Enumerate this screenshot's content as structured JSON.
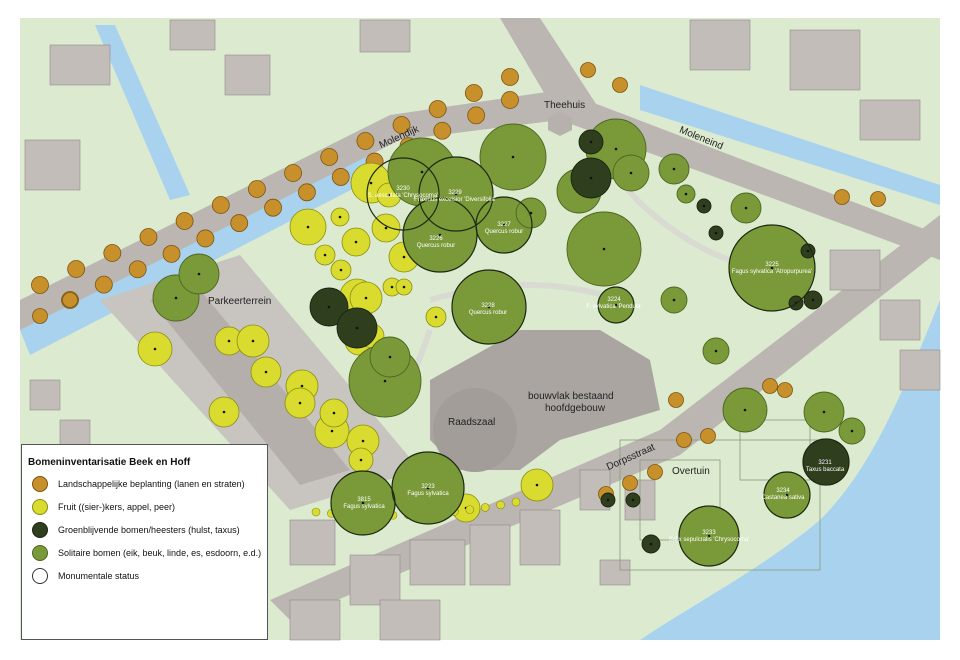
{
  "legend": {
    "title": "Bomeninventarisatie Beek en Hoff",
    "items": [
      {
        "label": "Landschappelijke beplanting (lanen en straten)",
        "color": "#c8902a",
        "border": "#7a5513"
      },
      {
        "label": "Fruit ((sier-)kers, appel, peer)",
        "color": "#d9dc2e",
        "border": "#8a8c10"
      },
      {
        "label": "Groenblijvende bomen/heesters (hulst, taxus)",
        "color": "#2f3f1e",
        "border": "#1a2410"
      },
      {
        "label": "Solitaire bomen (eik, beuk, linde, es, esdoorn, e.d.)",
        "color": "#7a9a3a",
        "border": "#4c6620"
      },
      {
        "label": "Monumentale status",
        "color": "#ffffff",
        "border": "#333333"
      }
    ]
  },
  "places": {
    "molendijk": "Molendijk",
    "theehuis": "Theehuis",
    "moleneind": "Moleneind",
    "parkeerterrein": "Parkeerterrein",
    "raadszaal": "Raadszaal",
    "hoofdgebouw_line1": "bouwvlak bestaand",
    "hoofdgebouw_line2": "hoofdgebouw",
    "dorpsstraat": "Dorpsstraat",
    "overtuin": "Overtuin"
  },
  "trees": [
    {
      "id": "3230",
      "name": "S. aesculata 'Chrysocoma'"
    },
    {
      "id": "3229",
      "name": "Fraxinus excelsior 'Diversifolia'"
    },
    {
      "id": "3226",
      "name": "Quercus robur"
    },
    {
      "id": "3227",
      "name": "Quercus robur"
    },
    {
      "id": "3228",
      "name": "Quercus robur"
    },
    {
      "id": "3224",
      "name": "F. sylvatica 'Pendula'"
    },
    {
      "id": "3225",
      "name": "Fagus sylvatica 'Atropurpurea'"
    },
    {
      "id": "3223",
      "name": "Fagus sylvatica"
    },
    {
      "id": "3815",
      "name": "Fagus sylvatica"
    },
    {
      "id": "3231",
      "name": "Taxus baccata"
    },
    {
      "id": "3234",
      "name": "Castanea sativa"
    },
    {
      "id": "3233",
      "name": "Salix sepulcralis 'Chrysocoma'"
    }
  ]
}
